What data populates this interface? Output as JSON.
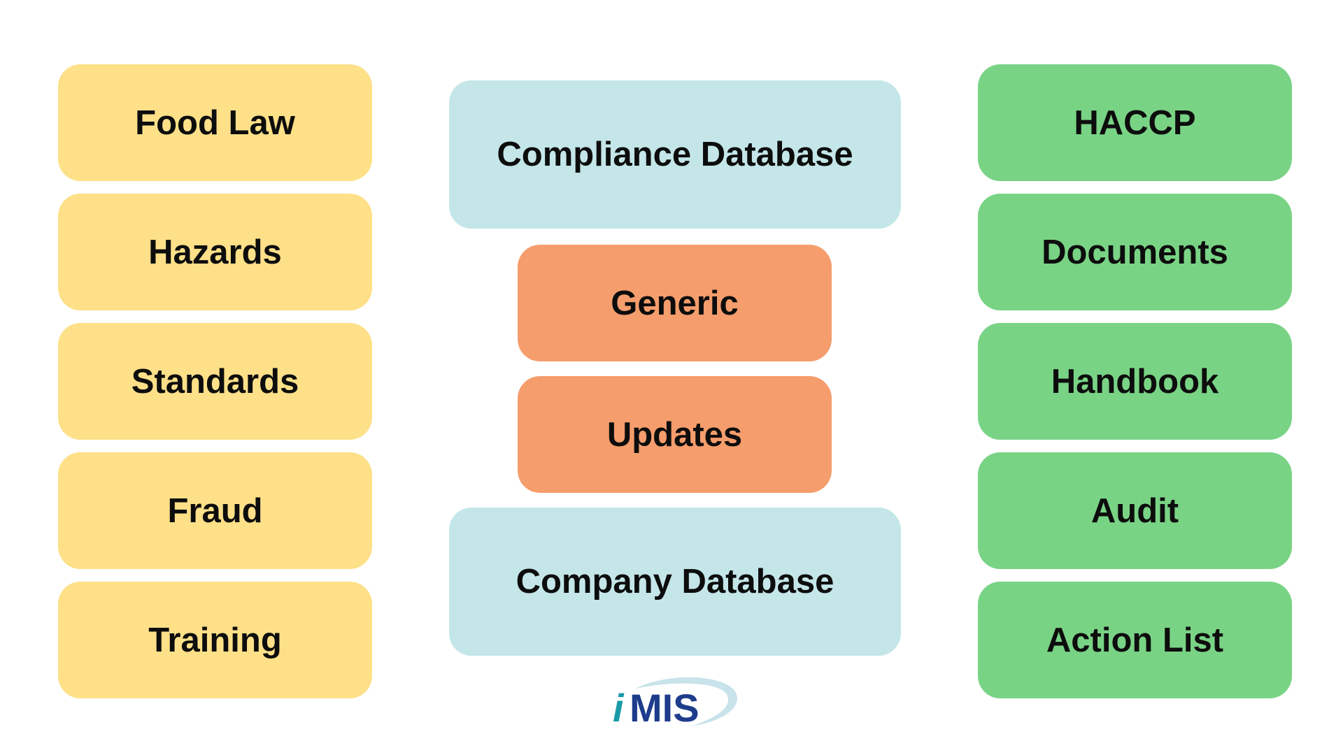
{
  "left_column": {
    "items": [
      {
        "label": "Food Law"
      },
      {
        "label": "Hazards"
      },
      {
        "label": "Standards"
      },
      {
        "label": "Fraud"
      },
      {
        "label": "Training"
      }
    ],
    "color": "#fde088"
  },
  "center_column": {
    "top_database": {
      "label": "Compliance Database"
    },
    "generic": {
      "label": "Generic"
    },
    "updates": {
      "label": "Updates"
    },
    "bottom_database": {
      "label": "Company Database"
    },
    "database_color": "#c4e6e8",
    "process_color": "#f59d6c"
  },
  "right_column": {
    "items": [
      {
        "label": "HACCP"
      },
      {
        "label": "Documents"
      },
      {
        "label": "Handbook"
      },
      {
        "label": "Audit"
      },
      {
        "label": "Action List"
      }
    ],
    "color": "#79d385"
  },
  "logo": {
    "text": "iMIS",
    "colors": {
      "letter_i": "#1a9aa8",
      "letters_mis": "#1e3c8c",
      "swoosh": "#c8e3ea"
    }
  }
}
